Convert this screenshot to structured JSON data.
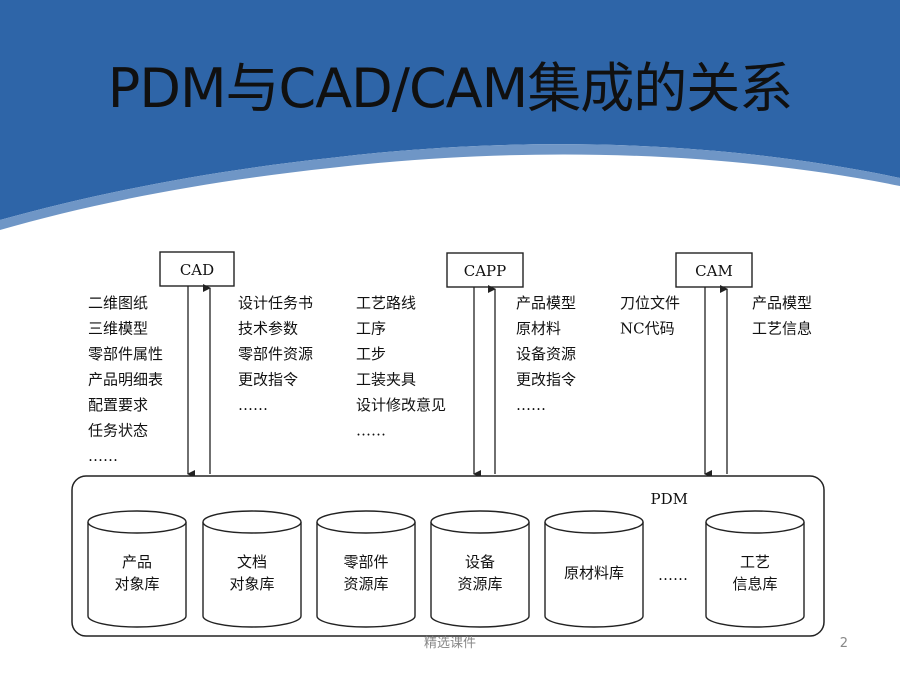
{
  "slide": {
    "title": "PDM与CAD/CAM集成的关系",
    "footer": "精选课件",
    "page_number": "2",
    "header_color": "#2E65A8"
  },
  "diagram": {
    "systems": [
      {
        "name": "CAD",
        "left_items": [
          "二维图纸",
          "三维模型",
          "零部件属性",
          "产品明细表",
          "配置要求",
          "任务状态",
          "……"
        ],
        "right_items": [
          "设计任务书",
          "技术参数",
          "零部件资源",
          "更改指令",
          "……"
        ]
      },
      {
        "name": "CAPP",
        "left_items": [
          "工艺路线",
          "工序",
          "工步",
          "工装夹具",
          "设计修改意见",
          "……"
        ],
        "right_items": [
          "产品模型",
          "原材料",
          "设备资源",
          "更改指令",
          "……"
        ]
      },
      {
        "name": "CAM",
        "left_items": [
          "刀位文件",
          "NC代码"
        ],
        "right_items": [
          "产品模型",
          "工艺信息"
        ]
      }
    ],
    "pdm_label": "PDM",
    "databases": [
      {
        "lines": [
          "产品",
          "对象库"
        ]
      },
      {
        "lines": [
          "文档",
          "对象库"
        ]
      },
      {
        "lines": [
          "零部件",
          "资源库"
        ]
      },
      {
        "lines": [
          "设备",
          "资源库"
        ]
      },
      {
        "lines": [
          "原材料库"
        ]
      },
      {
        "lines": [
          "工艺",
          "信息库"
        ]
      }
    ],
    "ellipsis": "……"
  }
}
